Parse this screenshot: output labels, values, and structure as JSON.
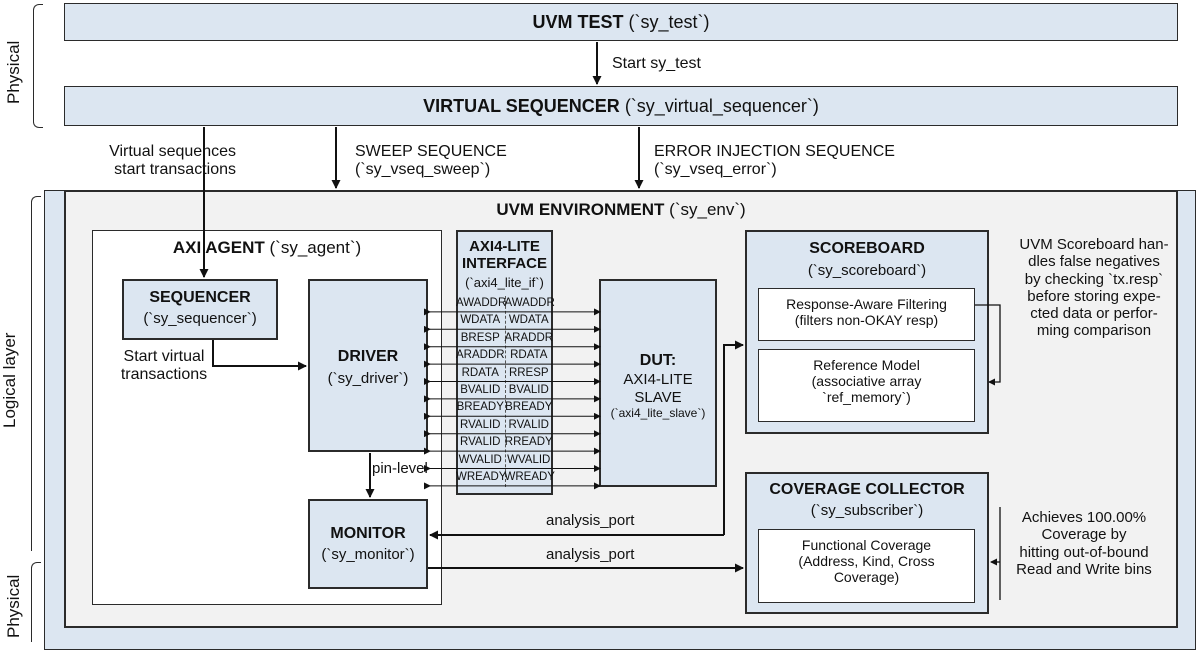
{
  "side_labels": {
    "physical_top": "Physical",
    "logical": "Logical layer",
    "physical_bottom": "Physical"
  },
  "uvm_test": {
    "title": "UVM TEST",
    "name": "(`sy_test`)"
  },
  "start_label": "Start sy_test",
  "virtual_sequencer": {
    "title": "VIRTUAL SEQUENCER",
    "name": "(`sy_virtual_sequencer`)"
  },
  "virtual_sequences_note": [
    "Virtual sequences",
    "start transactions"
  ],
  "sweep_sequence": [
    "SWEEP SEQUENCE",
    "(`sy_vseq_sweep`)"
  ],
  "error_sequence": [
    "ERROR INJECTION SEQUENCE",
    "(`sy_vseq_error`)"
  ],
  "environment": {
    "title": "UVM ENVIRONMENT",
    "name": "(`sy_env`)"
  },
  "agent": {
    "title": "AXI AGENT",
    "name": "(`sy_agent`)"
  },
  "sequencer": {
    "title": "SEQUENCER",
    "name": "(`sy_sequencer`)"
  },
  "start_virtual": [
    "Start virtual",
    "transactions"
  ],
  "driver": {
    "title": "DRIVER",
    "name": "(`sy_driver`)"
  },
  "pin_level": "pin-level",
  "monitor": {
    "title": "MONITOR",
    "name": "(`sy_monitor`)"
  },
  "interface": {
    "title": [
      "AXI4-LITE",
      "INTERFACE"
    ],
    "name": "(`axi4_lite_if`)"
  },
  "signals": [
    [
      "AWADDR",
      "AWADDR"
    ],
    [
      "WDATA",
      "WDATA"
    ],
    [
      "BRESP",
      "ARADDR"
    ],
    [
      "ARADDR",
      "RDATA"
    ],
    [
      "RDATA",
      "RRESP"
    ],
    [
      "BVALID",
      "BVALID"
    ],
    [
      "BREADY",
      "BREADY"
    ],
    [
      "RVALID",
      "RVALID"
    ],
    [
      "RVALID",
      "RREADY"
    ],
    [
      "WVALID",
      "WVALID"
    ],
    [
      "WREADY",
      "WREADY"
    ]
  ],
  "dut": {
    "title": "DUT:",
    "line1": "AXI4-LITE",
    "line2": "SLAVE",
    "name": "(`axi4_lite_slave`)"
  },
  "analysis_port_1": "analysis_port",
  "analysis_port_2": "analysis_port",
  "scoreboard": {
    "title": "SCOREBOARD",
    "name": "(`sy_scoreboard`)",
    "filter": [
      "Response-Aware Filtering",
      "(filters non-OKAY resp)"
    ],
    "model": [
      "Reference Model",
      "(associative array",
      "`ref_memory`)"
    ]
  },
  "scoreboard_note": [
    "UVM Scoreboard han-",
    "dles false negatives",
    "by checking `tx.resp`",
    "before storing expe-",
    "cted data or perfor-",
    "ming comparison"
  ],
  "coverage": {
    "title": "COVERAGE COLLECTOR",
    "name": "(`sy_subscriber`)",
    "functional": [
      "Functional Coverage",
      "(Address, Kind, Cross",
      "Coverage)"
    ]
  },
  "coverage_note": [
    "Achieves 100.00%",
    "Coverage by",
    "hitting out-of-bound",
    "Read and Write bins"
  ],
  "colors": {
    "box_fill": "#dce6f1",
    "env_fill": "#f2f2f2",
    "line": "#2b2b2b"
  }
}
